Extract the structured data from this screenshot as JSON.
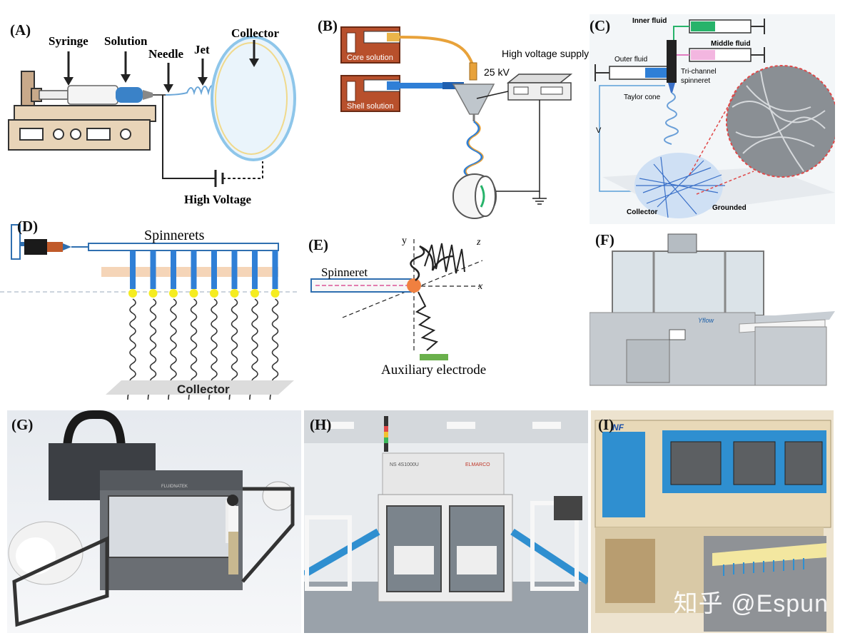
{
  "panels": {
    "a": {
      "label": "(A)",
      "syringe": "Syringe",
      "solution": "Solution",
      "needle": "Needle",
      "jet": "Jet",
      "collector": "Collector",
      "high_voltage": "High Voltage"
    },
    "b": {
      "label": "(B)",
      "core_solution": "Core solution",
      "shell_solution": "Shell solution",
      "voltage_value": "25 kV",
      "high_voltage_supply": "High voltage supply"
    },
    "c": {
      "label": "(C)",
      "inner_fluid": "Inner fluid",
      "outer_fluid": "Outer fluid",
      "middle_fluid": "Middle fluid",
      "spinneret_line1": "Tri-channel",
      "spinneret_line2": "spinneret",
      "taylor_cone": "Taylor cone",
      "v": "V",
      "collector": "Collector",
      "grounded": "Grounded"
    },
    "d": {
      "label": "(D)",
      "spinnerets": "Spinnerets",
      "collector": "Collector"
    },
    "e": {
      "label": "(E)",
      "spinneret": "Spinneret",
      "axis_y": "y",
      "axis_x": "x",
      "axis_z": "z",
      "auxiliary_electrode": "Auxiliary electrode"
    },
    "f": {
      "label": "(F)",
      "brand": "Yflow"
    },
    "g": {
      "label": "(G)",
      "brand": "FLUIDNATEK"
    },
    "h": {
      "label": "(H)",
      "model": "NS 4S1000U",
      "brand": "ELMARCO"
    },
    "i": {
      "label": "(I)",
      "brand": "NF"
    }
  },
  "watermark": "知乎 @Espun",
  "colors": {
    "syringe_blue": "#3a82c8",
    "core_orange": "#e8a23a",
    "shell_blue": "#2f7fd6",
    "brick_red": "#b8502c",
    "green_fluid": "#27b36a",
    "pink_fluid": "#f3b6e0",
    "fiber_blue": "#3a70c8",
    "tip_yellow": "#f5ec20",
    "aux_green": "#6ab04c",
    "machine_blue": "#2f8fd0"
  }
}
